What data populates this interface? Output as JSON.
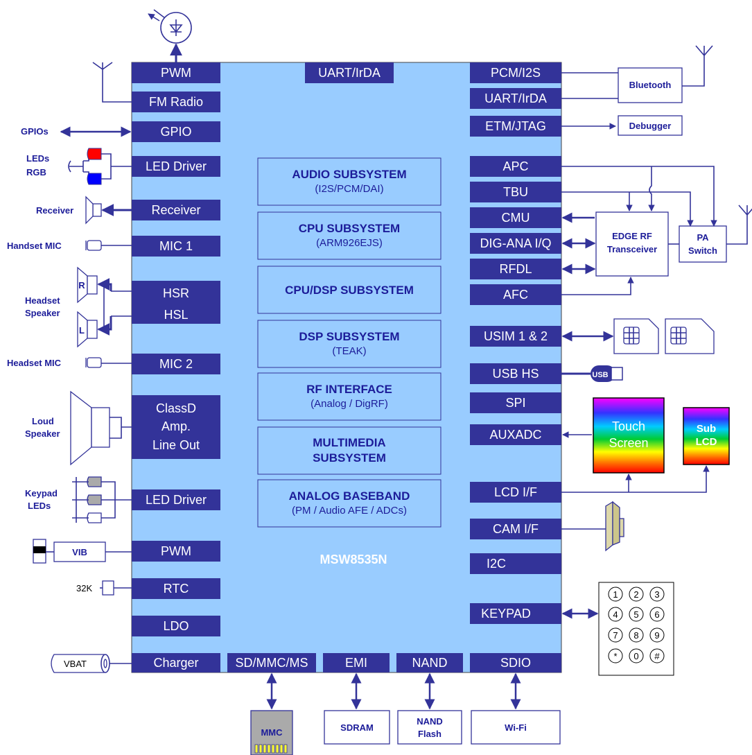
{
  "chip": {
    "name": "MSW8535N"
  },
  "ports_left": [
    "PWM",
    "FM Radio",
    "GPIO",
    "LED Driver",
    "Receiver",
    "MIC 1",
    "HSR",
    "HSL",
    "MIC 2",
    "ClassD",
    "Amp.",
    "Line Out",
    "LED Driver",
    "PWM",
    "RTC",
    "LDO",
    "Charger"
  ],
  "ports_top": [
    "UART/IrDA"
  ],
  "ports_right": [
    "PCM/I2S",
    "UART/IrDA",
    "ETM/JTAG",
    "APC",
    "TBU",
    "CMU",
    "DIG-ANA I/Q",
    "RFDL",
    "AFC",
    "USIM 1 & 2",
    "USB HS",
    "SPI",
    "AUXADC",
    "LCD I/F",
    "CAM I/F",
    "I2C",
    "KEYPAD",
    "SDIO"
  ],
  "ports_bottom": [
    "SD/MMC/MS",
    "EMI",
    "NAND"
  ],
  "subsystems": [
    {
      "title": "AUDIO SUBSYSTEM",
      "subtitle": "(I2S/PCM/DAI)"
    },
    {
      "title": "CPU SUBSYSTEM",
      "subtitle": "(ARM926EJS)"
    },
    {
      "title": "CPU/DSP SUBSYSTEM",
      "subtitle": ""
    },
    {
      "title": "DSP SUBSYSTEM",
      "subtitle": "(TEAK)"
    },
    {
      "title": "RF INTERFACE",
      "subtitle": "(Analog / DigRF)"
    },
    {
      "title": "MULTIMEDIA",
      "title2": "SUBSYSTEM",
      "subtitle": ""
    },
    {
      "title": "ANALOG BASEBAND",
      "subtitle": "(PM / Audio AFE / ADCs)"
    }
  ],
  "left_labels": [
    "GPIOs",
    "LEDs",
    "RGB",
    "Receiver",
    "Handset MIC",
    "Headset",
    "Speaker",
    "Headset MIC",
    "Loud",
    "Speaker",
    "Keypad",
    "LEDs"
  ],
  "left_device_text": {
    "vib": "VIB",
    "crystal": "32K",
    "battery": "VBAT",
    "hs_r": "R",
    "hs_l": "L"
  },
  "right_devices": {
    "bluetooth": "Bluetooth",
    "debugger": "Debugger",
    "edge_rf_1": "EDGE RF",
    "edge_rf_2": "Transceiver",
    "pa_1": "PA",
    "pa_2": "Switch",
    "usb": "USB",
    "touch_1": "Touch",
    "touch_2": "Screen",
    "sub_lcd_1": "Sub",
    "sub_lcd_2": "LCD"
  },
  "keypad_keys": [
    "1",
    "2",
    "3",
    "4",
    "5",
    "6",
    "7",
    "8",
    "9",
    "*",
    "0",
    "#"
  ],
  "bottom_devices": {
    "mmc": "MMC",
    "sdram": "SDRAM",
    "nand_1": "NAND",
    "nand_2": "Flash",
    "wifi": "Wi-Fi"
  }
}
